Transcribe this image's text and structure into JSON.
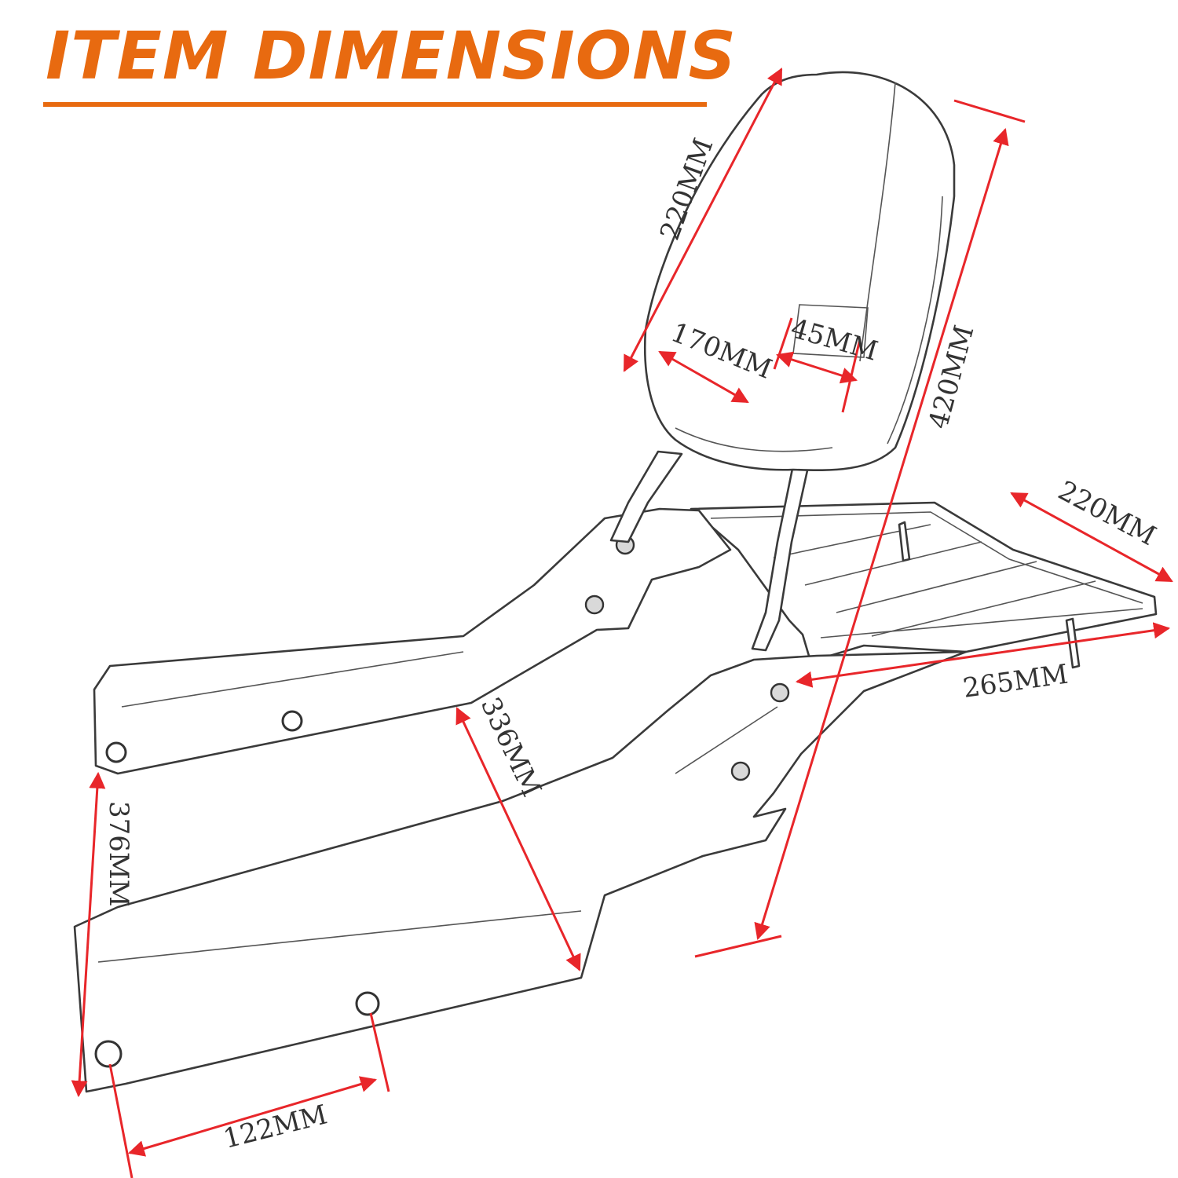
{
  "title": "ITEM DIMENSIONS",
  "colors": {
    "title": "#e86a10",
    "dimension_lines": "#e8262a",
    "outline": "#3a3a3a"
  },
  "dimensions": {
    "pad_height": "220MM",
    "pad_width": "170MM",
    "pad_thickness": "45MM",
    "total_height": "420MM",
    "rack_width": "220MM",
    "rack_length": "265MM",
    "side_plate_height": "336MM",
    "bracket_span": "376MM",
    "hole_spacing": "122MM"
  }
}
